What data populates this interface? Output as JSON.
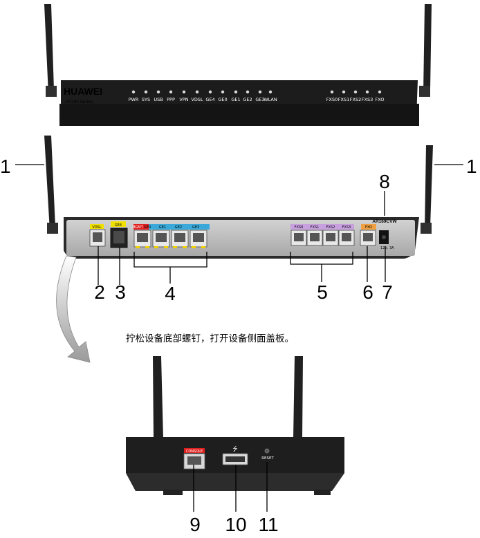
{
  "device": {
    "brand": "HUAWEI",
    "series": "AR160 Series",
    "model": "AR169CVW"
  },
  "front_panel": {
    "leds_left": [
      "PWR",
      "SYS",
      "USB",
      "PPP",
      "VPN",
      "VDSL",
      "GE4",
      "GE0",
      "GE1",
      "GE2",
      "GE3",
      "WLAN"
    ],
    "leds_right": [
      "FXS0",
      "FXS1",
      "FXS2",
      "FXS3",
      "FXO"
    ]
  },
  "rear_panel": {
    "vdsl_label": "VDSL",
    "ge4_label": "GE4",
    "lan_labels": [
      "MGMT",
      "GE0",
      "GE1",
      "GE2",
      "GE3"
    ],
    "fxs_labels": [
      "FXS0",
      "FXS1",
      "FXS2",
      "FXS3"
    ],
    "fxo_label": "FXO",
    "power_label": "12V, 3A"
  },
  "side_panel": {
    "console_label": "CONSOLE",
    "reset_label": "RESET"
  },
  "callouts": {
    "n1_left": "1",
    "n1_right": "1",
    "n2": "2",
    "n3": "3",
    "n4": "4",
    "n5": "5",
    "n6": "6",
    "n7": "7",
    "n8": "8",
    "n9": "9",
    "n10": "10",
    "n11": "11"
  },
  "instruction": "拧松设备底部螺钉，打开设备侧面盖板。",
  "colors": {
    "chassis": "#1c1c1c",
    "panel": "#b9b9b9",
    "vdsl_tag": "#f0e000",
    "lan_tag": "#3aa8d8",
    "mgmt_tag": "#e02020",
    "fxs_tag": "#c8a0e0",
    "fxo_tag": "#f0a040",
    "console_tag": "#e02020",
    "arrow": "#a0a0a0"
  }
}
